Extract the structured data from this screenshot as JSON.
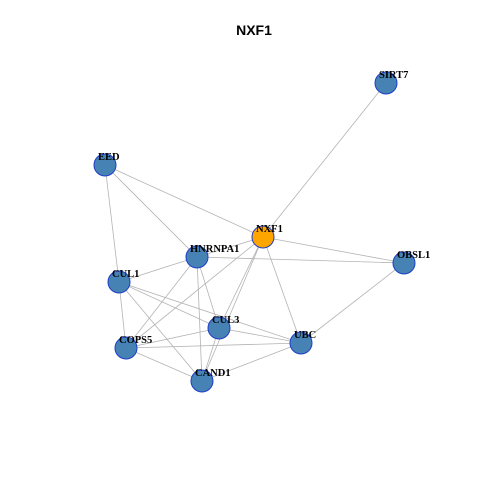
{
  "title": "NXF1",
  "colors": {
    "query_node_fill": "#FFA500",
    "node_fill": "#4682B4",
    "node_border": "#1E3DC8",
    "edge": "#B3B3B3"
  },
  "nodes": [
    {
      "id": "SIRT7",
      "label": "SIRT7",
      "role": "neighbor"
    },
    {
      "id": "EED",
      "label": "EED",
      "role": "neighbor"
    },
    {
      "id": "NXF1",
      "label": "NXF1",
      "role": "query"
    },
    {
      "id": "HNRNPA1",
      "label": "HNRNPA1",
      "role": "neighbor"
    },
    {
      "id": "OBSL1",
      "label": "OBSL1",
      "role": "neighbor"
    },
    {
      "id": "CUL1",
      "label": "CUL1",
      "role": "neighbor"
    },
    {
      "id": "CUL3",
      "label": "CUL3",
      "role": "neighbor"
    },
    {
      "id": "UBC",
      "label": "UBC",
      "role": "neighbor"
    },
    {
      "id": "COPS5",
      "label": "COPS5",
      "role": "neighbor"
    },
    {
      "id": "CAND1",
      "label": "CAND1",
      "role": "neighbor"
    }
  ],
  "edges": [
    [
      "SIRT7",
      "NXF1"
    ],
    [
      "EED",
      "NXF1"
    ],
    [
      "EED",
      "HNRNPA1"
    ],
    [
      "EED",
      "CUL1"
    ],
    [
      "NXF1",
      "HNRNPA1"
    ],
    [
      "NXF1",
      "OBSL1"
    ],
    [
      "NXF1",
      "CUL3"
    ],
    [
      "NXF1",
      "UBC"
    ],
    [
      "NXF1",
      "COPS5"
    ],
    [
      "NXF1",
      "CAND1"
    ],
    [
      "HNRNPA1",
      "OBSL1"
    ],
    [
      "HNRNPA1",
      "CUL1"
    ],
    [
      "HNRNPA1",
      "CUL3"
    ],
    [
      "HNRNPA1",
      "COPS5"
    ],
    [
      "HNRNPA1",
      "CAND1"
    ],
    [
      "OBSL1",
      "UBC"
    ],
    [
      "CUL1",
      "CUL3"
    ],
    [
      "CUL1",
      "UBC"
    ],
    [
      "CUL1",
      "COPS5"
    ],
    [
      "CUL1",
      "CAND1"
    ],
    [
      "CUL3",
      "UBC"
    ],
    [
      "CUL3",
      "COPS5"
    ],
    [
      "CUL3",
      "CAND1"
    ],
    [
      "UBC",
      "COPS5"
    ],
    [
      "UBC",
      "CAND1"
    ],
    [
      "COPS5",
      "CAND1"
    ]
  ]
}
